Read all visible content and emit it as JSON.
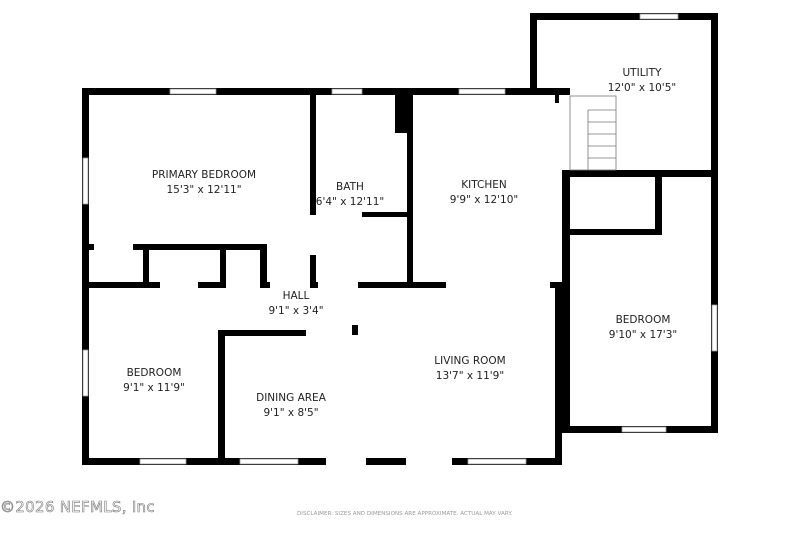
{
  "rooms": [
    {
      "name": "PRIMARY BEDROOM",
      "size": "15'3\" x 12'11\""
    },
    {
      "name": "BATH",
      "size": "6'4\" x 12'11\""
    },
    {
      "name": "KITCHEN",
      "size": "9'9\" x 12'10\""
    },
    {
      "name": "UTILITY",
      "size": "12'0\" x 10'5\""
    },
    {
      "name": "HALL",
      "size": "9'1\" x 3'4\""
    },
    {
      "name": "BEDROOM",
      "size": "9'1\" x 11'9\""
    },
    {
      "name": "DINING AREA",
      "size": "9'1\" x 8'5\""
    },
    {
      "name": "LIVING ROOM",
      "size": "13'7\" x 11'9\""
    },
    {
      "name": "BEDROOM",
      "size": "9'10\" x 17'3\""
    }
  ],
  "copyright": "©2026 NEFMLS, Inc",
  "disclaimer": "DISCLAIMER: SIZES AND DIMENSIONS ARE APPROXIMATE. ACTUAL MAY VARY.",
  "colors": {
    "wall": "#000000",
    "window": "#ffffff"
  }
}
